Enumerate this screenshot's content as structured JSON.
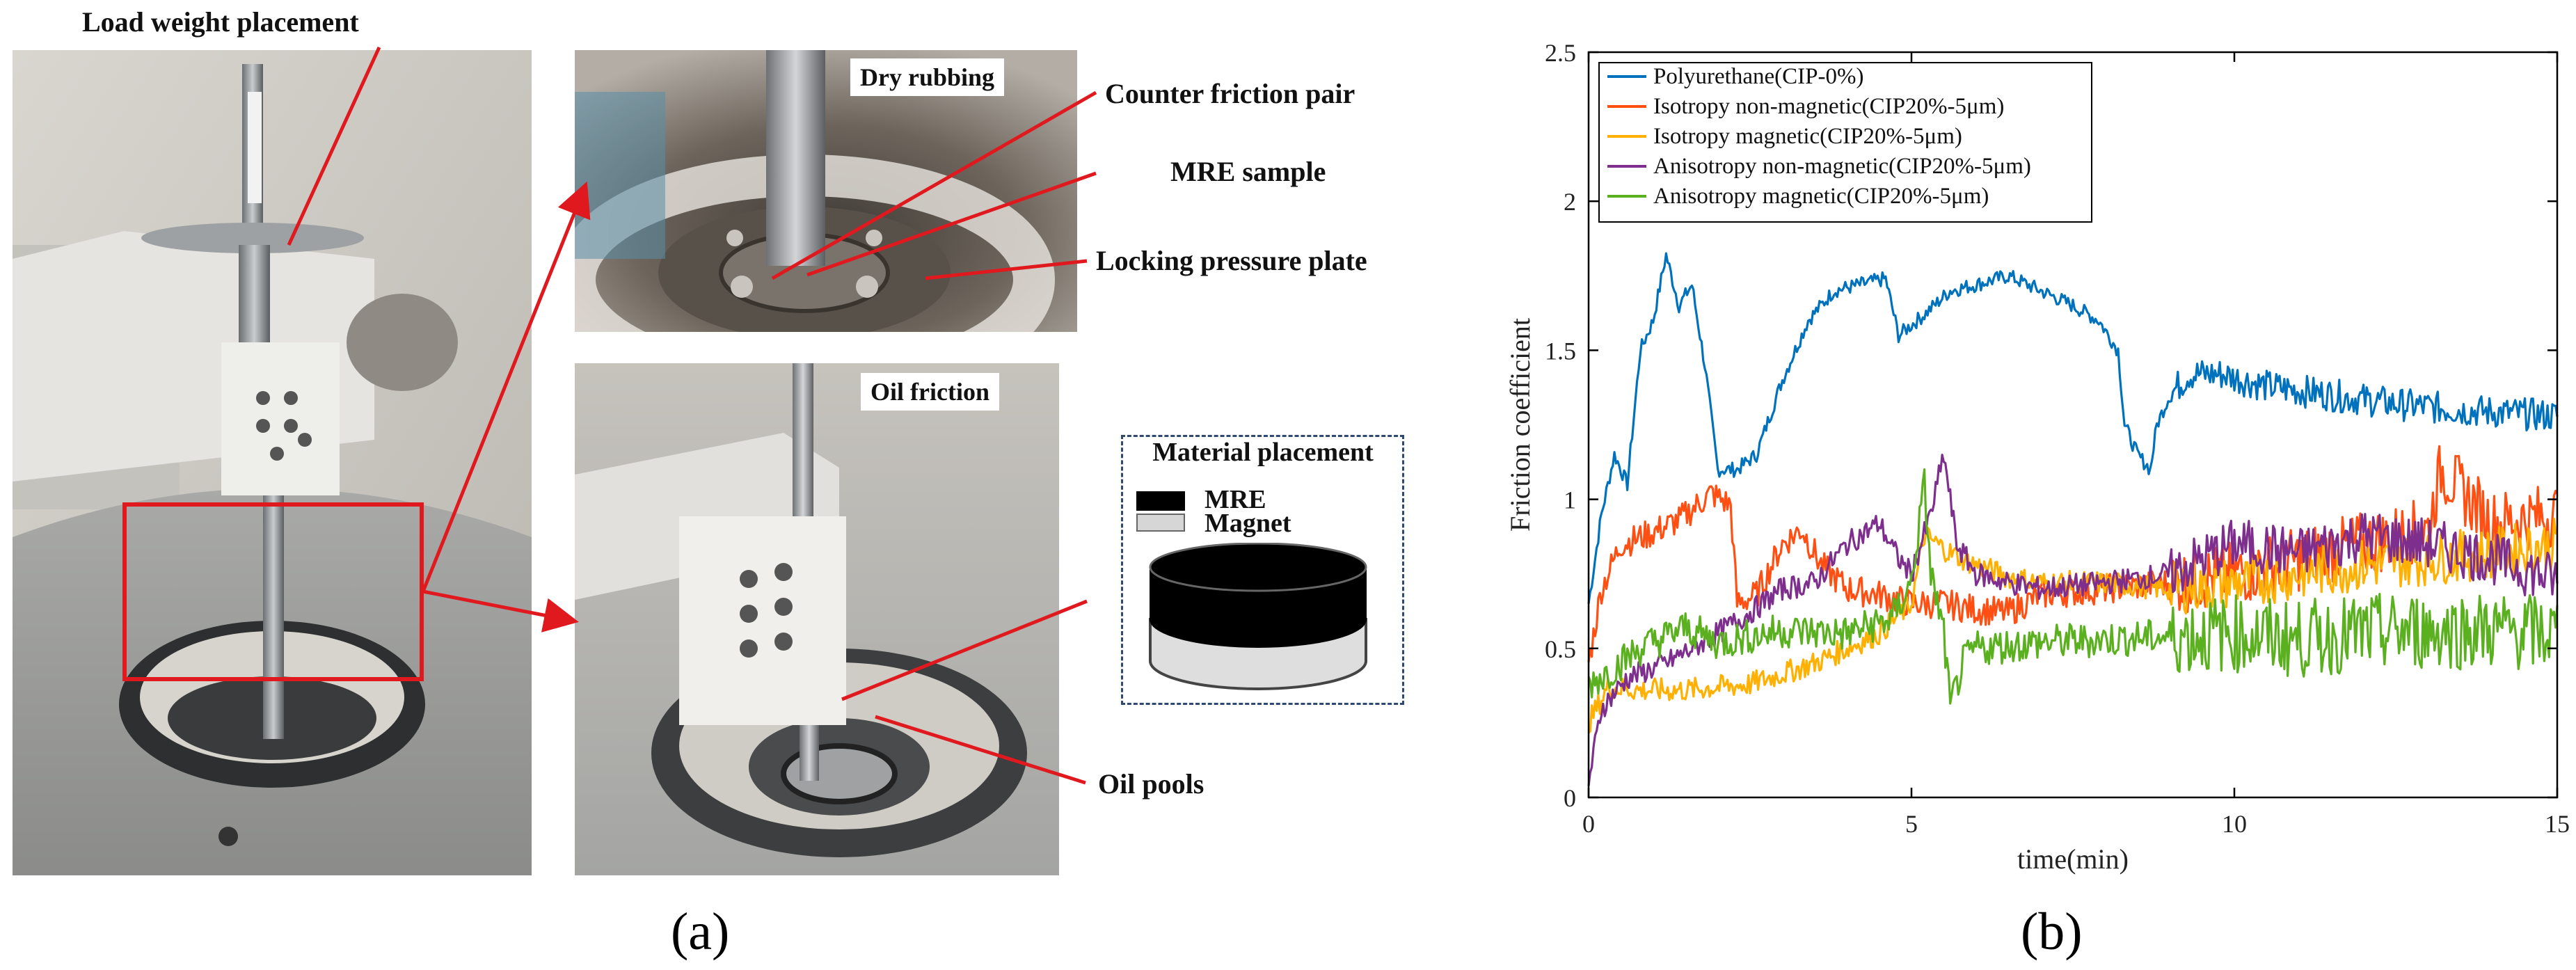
{
  "panel_a": {
    "callouts": {
      "load_weight": "Load weight placement",
      "counter_friction": "Counter friction pair",
      "mre_sample": "MRE sample",
      "locking_plate": "Locking pressure plate",
      "oil_pools": "Oil pools"
    },
    "photo_tags": {
      "dry": "Dry rubbing",
      "oil": "Oil friction"
    },
    "material_box": {
      "title": "Material placement",
      "mre": "MRE",
      "magnet": "Magnet"
    },
    "label": "(a)"
  },
  "panel_b": {
    "label": "(b)"
  },
  "colors": {
    "blue": "#0072BD",
    "orange": "#FF4F12",
    "yellow": "#FFB000",
    "purple": "#7E2F8E",
    "green": "#5BB01F",
    "arrow_red": "#e0191e"
  },
  "chart_data": {
    "type": "line",
    "xlabel": "time(min)",
    "ylabel": "Friction coefficient",
    "xlim": [
      0,
      15
    ],
    "ylim": [
      0,
      2.5
    ],
    "xticks": [
      "0",
      "5",
      "10",
      "15"
    ],
    "yticks": [
      "0",
      "0.5",
      "1",
      "1.5",
      "2",
      "2.5"
    ],
    "legend_position": "top-left",
    "grid": false,
    "series": [
      {
        "name": "Polyurethane(CIP-0%)",
        "color": "#0072BD",
        "noise": 0.025,
        "points": [
          [
            0,
            0.65
          ],
          [
            0.2,
            0.95
          ],
          [
            0.4,
            1.15
          ],
          [
            0.6,
            1.05
          ],
          [
            0.8,
            1.5
          ],
          [
            1.0,
            1.6
          ],
          [
            1.2,
            1.82
          ],
          [
            1.4,
            1.65
          ],
          [
            1.6,
            1.72
          ],
          [
            1.8,
            1.45
          ],
          [
            2.0,
            1.1
          ],
          [
            2.3,
            1.1
          ],
          [
            2.6,
            1.15
          ],
          [
            3.0,
            1.4
          ],
          [
            3.4,
            1.6
          ],
          [
            3.8,
            1.7
          ],
          [
            4.2,
            1.72
          ],
          [
            4.6,
            1.74
          ],
          [
            4.8,
            1.55
          ],
          [
            5.2,
            1.62
          ],
          [
            5.6,
            1.7
          ],
          [
            6.0,
            1.72
          ],
          [
            6.5,
            1.75
          ],
          [
            7.0,
            1.7
          ],
          [
            7.5,
            1.65
          ],
          [
            7.9,
            1.6
          ],
          [
            8.2,
            1.5
          ],
          [
            8.3,
            1.25
          ],
          [
            8.5,
            1.15
          ],
          [
            8.7,
            1.1
          ],
          [
            8.8,
            1.25
          ],
          [
            9.0,
            1.35
          ],
          [
            9.3,
            1.42
          ],
          [
            9.8,
            1.42
          ],
          [
            10.5,
            1.38
          ],
          [
            11.5,
            1.35
          ],
          [
            12.5,
            1.32
          ],
          [
            13.5,
            1.3
          ],
          [
            14.2,
            1.29
          ],
          [
            15.0,
            1.28
          ]
        ]
      },
      {
        "name": "Isotropy non-magnetic(CIP20%-5μm)",
        "color": "#FF4F12",
        "noise": 0.05,
        "points": [
          [
            0,
            0.45
          ],
          [
            0.2,
            0.7
          ],
          [
            0.5,
            0.85
          ],
          [
            0.9,
            0.88
          ],
          [
            1.4,
            0.93
          ],
          [
            1.9,
            1.02
          ],
          [
            2.2,
            0.98
          ],
          [
            2.3,
            0.65
          ],
          [
            2.6,
            0.68
          ],
          [
            3.0,
            0.85
          ],
          [
            3.3,
            0.9
          ],
          [
            3.6,
            0.78
          ],
          [
            4.0,
            0.7
          ],
          [
            4.5,
            0.68
          ],
          [
            5.0,
            0.65
          ],
          [
            5.5,
            0.65
          ],
          [
            6.0,
            0.63
          ],
          [
            6.5,
            0.62
          ],
          [
            7.0,
            0.68
          ],
          [
            8.0,
            0.7
          ],
          [
            9.0,
            0.72
          ],
          [
            10.0,
            0.75
          ],
          [
            11.0,
            0.8
          ],
          [
            12.0,
            0.85
          ],
          [
            13.0,
            0.9
          ],
          [
            13.2,
            1.1
          ],
          [
            14.0,
            0.92
          ],
          [
            15.0,
            0.95
          ]
        ]
      },
      {
        "name": "Isotropy magnetic(CIP20%-5μm)",
        "color": "#FFB000",
        "noise": 0.04,
        "points": [
          [
            0,
            0.25
          ],
          [
            0.3,
            0.37
          ],
          [
            0.8,
            0.36
          ],
          [
            1.5,
            0.36
          ],
          [
            2.5,
            0.38
          ],
          [
            3.5,
            0.45
          ],
          [
            4.5,
            0.55
          ],
          [
            5.0,
            0.65
          ],
          [
            5.2,
            0.88
          ],
          [
            5.6,
            0.82
          ],
          [
            6.0,
            0.78
          ],
          [
            6.5,
            0.74
          ],
          [
            7.0,
            0.72
          ],
          [
            8.0,
            0.72
          ],
          [
            9.0,
            0.7
          ],
          [
            10.0,
            0.72
          ],
          [
            11.0,
            0.75
          ],
          [
            12.0,
            0.78
          ],
          [
            13.0,
            0.8
          ],
          [
            14.0,
            0.82
          ],
          [
            15.0,
            0.85
          ]
        ]
      },
      {
        "name": "Anisotropy non-magnetic(CIP20%-5μm)",
        "color": "#7E2F8E",
        "noise": 0.04,
        "points": [
          [
            0,
            0.05
          ],
          [
            0.2,
            0.3
          ],
          [
            0.6,
            0.4
          ],
          [
            1.2,
            0.45
          ],
          [
            2.0,
            0.55
          ],
          [
            2.5,
            0.62
          ],
          [
            3.0,
            0.7
          ],
          [
            3.5,
            0.72
          ],
          [
            4.0,
            0.85
          ],
          [
            4.5,
            0.92
          ],
          [
            4.8,
            0.8
          ],
          [
            5.0,
            0.75
          ],
          [
            5.3,
            0.95
          ],
          [
            5.5,
            1.15
          ],
          [
            5.7,
            0.85
          ],
          [
            6.0,
            0.75
          ],
          [
            6.5,
            0.72
          ],
          [
            7.0,
            0.7
          ],
          [
            8.0,
            0.72
          ],
          [
            9.0,
            0.75
          ],
          [
            10.0,
            0.85
          ],
          [
            11.0,
            0.82
          ],
          [
            12.0,
            0.88
          ],
          [
            13.0,
            0.85
          ],
          [
            14.0,
            0.8
          ],
          [
            15.0,
            0.73
          ]
        ]
      },
      {
        "name": "Anisotropy magnetic(CIP20%-5μm)",
        "color": "#5BB01F",
        "noise": 0.06,
        "points": [
          [
            0,
            0.38
          ],
          [
            0.3,
            0.42
          ],
          [
            0.8,
            0.5
          ],
          [
            1.5,
            0.57
          ],
          [
            2.0,
            0.52
          ],
          [
            3.0,
            0.56
          ],
          [
            4.0,
            0.55
          ],
          [
            4.7,
            0.6
          ],
          [
            5.0,
            0.72
          ],
          [
            5.2,
            1.05
          ],
          [
            5.3,
            0.75
          ],
          [
            5.5,
            0.55
          ],
          [
            5.6,
            0.3
          ],
          [
            5.8,
            0.45
          ],
          [
            6.0,
            0.5
          ],
          [
            7.0,
            0.52
          ],
          [
            8.0,
            0.53
          ],
          [
            9.0,
            0.54
          ],
          [
            10.0,
            0.55
          ],
          [
            11.0,
            0.53
          ],
          [
            12.0,
            0.55
          ],
          [
            13.0,
            0.56
          ],
          [
            14.0,
            0.56
          ],
          [
            15.0,
            0.55
          ]
        ]
      }
    ]
  }
}
